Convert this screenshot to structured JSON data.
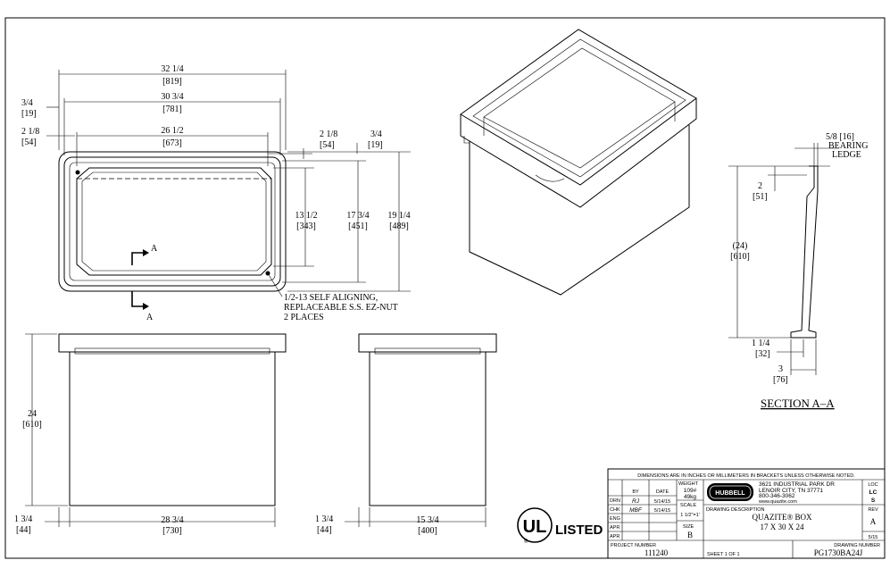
{
  "plan_view": {
    "dim_overall_width": "32 1/4",
    "dim_overall_width_mm": "[819]",
    "dim_mid_width": "30 3/4",
    "dim_mid_width_mm": "[781]",
    "dim_inner_width": "26 1/2",
    "dim_inner_width_mm": "[673]",
    "dim_left_a": "3/4",
    "dim_left_a_mm": "[19]",
    "dim_left_b": "2 1/8",
    "dim_left_b_mm": "[54]",
    "dim_right_a": "2 1/8",
    "dim_right_a_mm": "[54]",
    "dim_right_b": "3/4",
    "dim_right_b_mm": "[19]",
    "dim_inner_height": "13 1/2",
    "dim_inner_height_mm": "[343]",
    "dim_mid_height": "17 3/4",
    "dim_mid_height_mm": "[451]",
    "dim_overall_height": "19 1/4",
    "dim_overall_height_mm": "[489]",
    "section_mark": "A",
    "note_line1": "1/2-13 SELF ALIGNING,",
    "note_line2": "REPLACEABLE S.S. EZ-NUT",
    "note_line3": "2 PLACES"
  },
  "front_view": {
    "dim_height": "24",
    "dim_height_mm": "[610]",
    "dim_wall": "1 3/4",
    "dim_wall_mm": "[44]",
    "dim_width": "28 3/4",
    "dim_width_mm": "[730]"
  },
  "side_view": {
    "dim_wall": "1 3/4",
    "dim_wall_mm": "[44]",
    "dim_width": "15 3/4",
    "dim_width_mm": "[400]"
  },
  "section_view": {
    "ledge_dim": "5/8 [16]",
    "ledge_label1": "BEARING",
    "ledge_label2": "LEDGE",
    "dim_2": "2",
    "dim_2_mm": "[51]",
    "dim_height": "(24)",
    "dim_height_mm": "[610]",
    "dim_base": "1 1/4",
    "dim_base_mm": "[32]",
    "dim_flange": "3",
    "dim_flange_mm": "[76]",
    "title": "SECTION A–A"
  },
  "ul_mark": {
    "letters": "UL",
    "registered": "®",
    "listed": "LISTED"
  },
  "title_block": {
    "header": "DIMENSIONS ARE IN INCHES OR MILLIMETERS IN BRACKETS UNLESS OTHERWISE NOTED.",
    "col_by": "BY",
    "col_date": "DATE",
    "row_drn": "DRN",
    "row_chk": "CHK",
    "row_eng": "ENG",
    "row_apr1": "APR",
    "row_apr2": "APR",
    "drn_by": "RJ",
    "drn_date": "5/14/15",
    "chk_by": "MBF",
    "chk_date": "5/14/15",
    "weight_label": "WEIGHT",
    "weight_lb": "109#",
    "weight_kg": "49kg",
    "scale_label": "SCALE",
    "scale": "1 1/2\"=1'",
    "size_label": "SIZE",
    "size": "B",
    "logo": "HUBBELL",
    "address1": "3621 INDUSTRIAL PARK DR",
    "address2": "LENOIR CITY, TN 37771",
    "phone": "800-346-3062",
    "web": "www.quazite.com",
    "desc_label": "DRAWING DESCRIPTION",
    "desc1": "QUAZITE® BOX",
    "desc2": "17 X 30 X 24",
    "loc_label": "LOC",
    "loc1": "LC",
    "loc2": "S",
    "rev_label": "REV",
    "rev": "A",
    "rev_date": "5/15",
    "project_label": "PROJECT NUMBER",
    "project": "111240",
    "sheet": "SHEET  1  OF  1",
    "drawing_label": "DRAWING NUMBER",
    "drawing_number": "PG1730BA24J"
  }
}
